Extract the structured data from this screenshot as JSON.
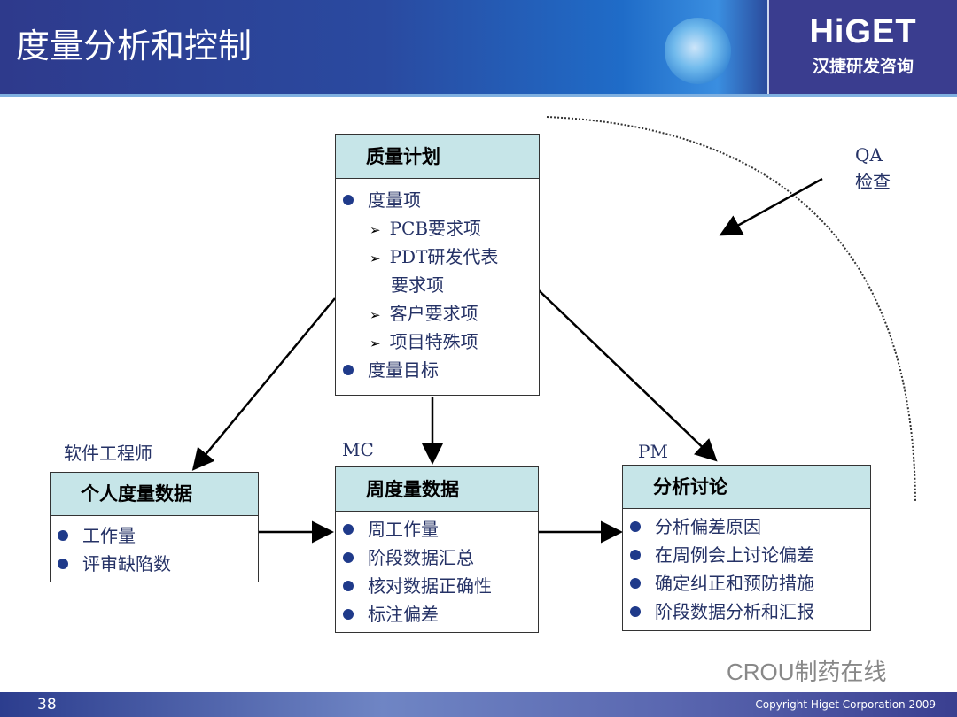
{
  "header": {
    "title": "度量分析和控制",
    "logo_main": "HiGET",
    "logo_sub": "汉捷研发咨询"
  },
  "plan_box": {
    "title": "质量计划",
    "items": [
      {
        "type": "bullet",
        "text": "度量项"
      },
      {
        "type": "sub",
        "text": "PCB要求项"
      },
      {
        "type": "sub",
        "text": "PDT研发代表"
      },
      {
        "type": "cont",
        "text": "要求项"
      },
      {
        "type": "sub",
        "text": "客户要求项"
      },
      {
        "type": "sub",
        "text": "项目特殊项"
      },
      {
        "type": "bullet",
        "text": "度量目标"
      }
    ]
  },
  "personal_box": {
    "role": "软件工程师",
    "title": "个人度量数据",
    "items": [
      "工作量",
      "评审缺陷数"
    ]
  },
  "weekly_box": {
    "role": "MC",
    "title": "周度量数据",
    "items": [
      "周工作量",
      "阶段数据汇总",
      "核对数据正确性",
      "标注偏差"
    ]
  },
  "analysis_box": {
    "role": "PM",
    "title": "分析讨论",
    "items": [
      "分析偏差原因",
      "在周例会上讨论偏差",
      "确定纠正和预防措施",
      "阶段数据分析和汇报"
    ]
  },
  "qa": {
    "line1": "QA",
    "line2": "检查"
  },
  "watermark": "CROU制药在线",
  "footer": {
    "page": "38",
    "copyright": "Copyright  Higet  Corporation  2009"
  }
}
